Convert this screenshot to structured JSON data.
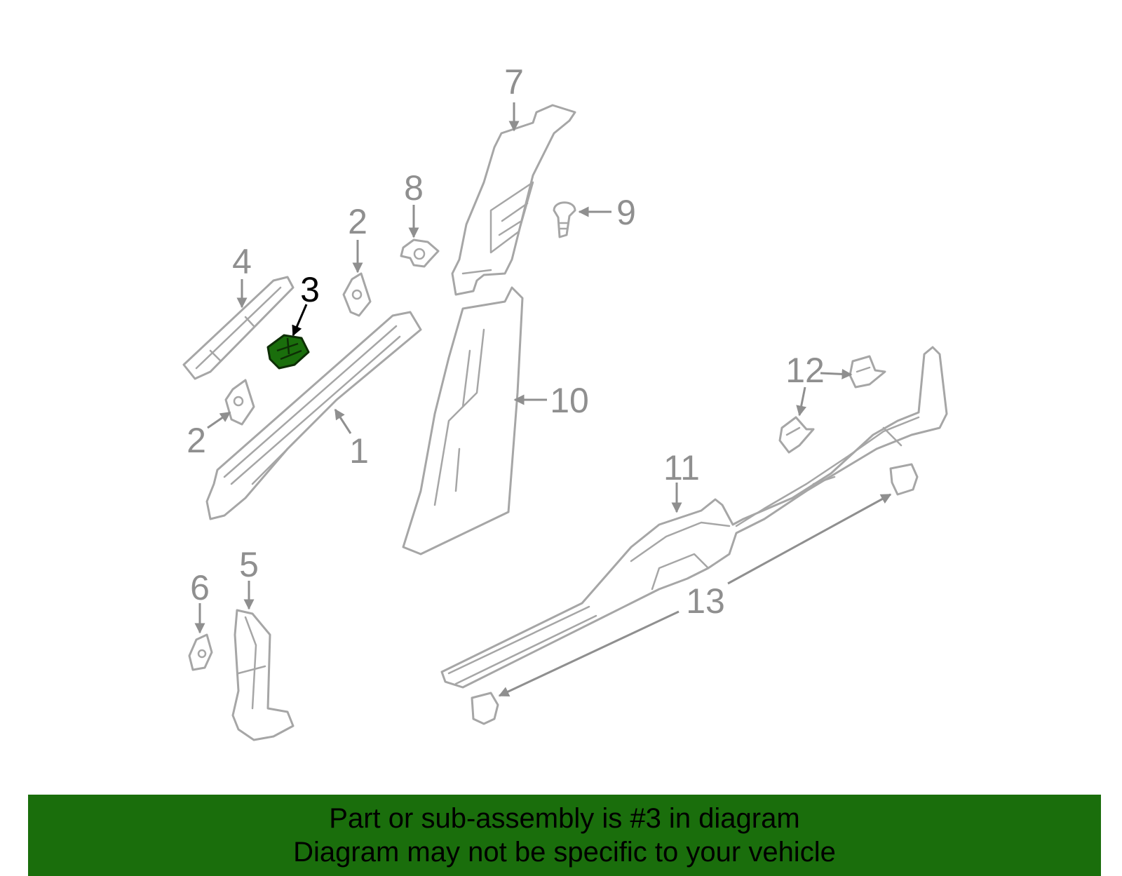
{
  "diagram": {
    "highlight_color": "#1a6e0c",
    "callouts": [
      {
        "id": "1",
        "label": "1"
      },
      {
        "id": "2a",
        "label": "2"
      },
      {
        "id": "2b",
        "label": "2"
      },
      {
        "id": "3",
        "label": "3",
        "highlighted": true
      },
      {
        "id": "4",
        "label": "4"
      },
      {
        "id": "5",
        "label": "5"
      },
      {
        "id": "6",
        "label": "6"
      },
      {
        "id": "7",
        "label": "7"
      },
      {
        "id": "8",
        "label": "8"
      },
      {
        "id": "9",
        "label": "9"
      },
      {
        "id": "10",
        "label": "10"
      },
      {
        "id": "11",
        "label": "11"
      },
      {
        "id": "12",
        "label": "12"
      },
      {
        "id": "13",
        "label": "13"
      }
    ]
  },
  "banner": {
    "line1": "Part or sub-assembly is #3 in diagram",
    "line2": "Diagram may not be specific to your vehicle",
    "color": "#1a6e0c"
  }
}
